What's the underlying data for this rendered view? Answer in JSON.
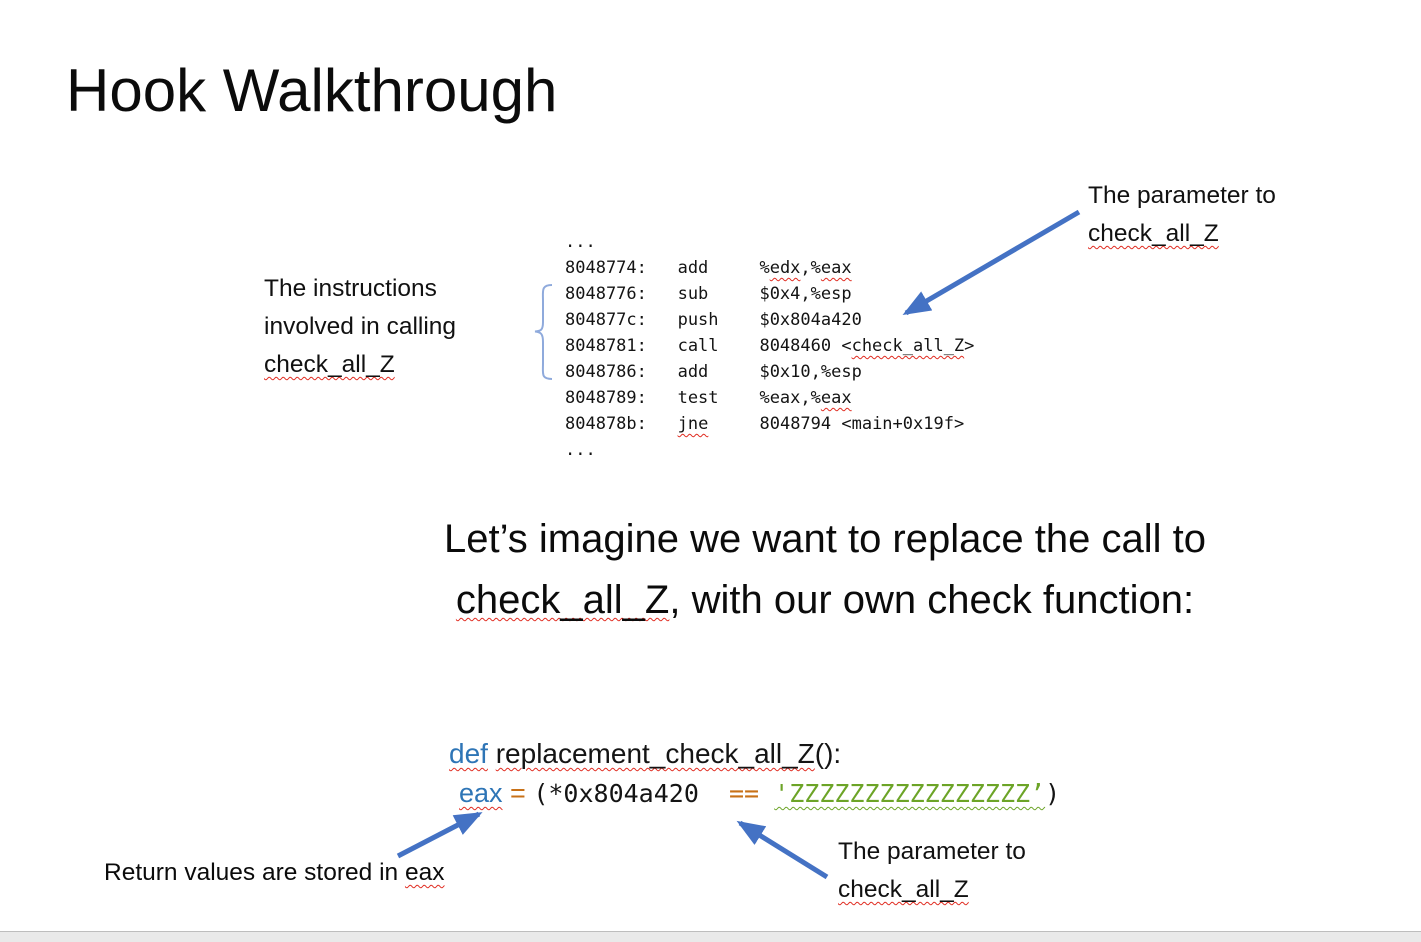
{
  "title": "Hook Walkthrough",
  "colors": {
    "arrow": "#4472C4",
    "brace": "#8FAADC",
    "keyword": "#2E75B6",
    "operator": "#C87117",
    "string": "#6CA427",
    "squiggle": "#E02B20"
  },
  "annotations": {
    "instructions_label": {
      "line1": "The instructions",
      "line2": "involved in calling",
      "line3": "check_all_Z"
    },
    "param_top": {
      "line1": "The parameter to",
      "line2": "check_all_Z"
    },
    "param_bottom": {
      "line1": "The parameter to",
      "line2": "check_all_Z"
    },
    "return_label": {
      "prefix": "Return values are stored in ",
      "highlight": "eax"
    }
  },
  "asm": {
    "lines": [
      [
        {
          "t": "..."
        }
      ],
      [
        {
          "t": "8048774:   add     %"
        },
        {
          "t": "edx",
          "c": "sq-red"
        },
        {
          "t": ",%"
        },
        {
          "t": "eax",
          "c": "sq-red"
        }
      ],
      [
        {
          "t": "8048776:   sub     $0x4,%esp"
        }
      ],
      [
        {
          "t": "804877c:   push    $0x804a420"
        }
      ],
      [
        {
          "t": "8048781:   call    8048460 <"
        },
        {
          "t": "check_all_Z",
          "c": "sq-red"
        },
        {
          "t": ">"
        }
      ],
      [
        {
          "t": "8048786:   add     $0x10,%esp"
        }
      ],
      [
        {
          "t": "8048789:   test    %eax,%"
        },
        {
          "t": "eax",
          "c": "sq-red"
        }
      ],
      [
        {
          "t": "804878b:   "
        },
        {
          "t": "jne",
          "c": "sq-red"
        },
        {
          "t": "     8048794 <main+0x19f>"
        }
      ],
      [
        {
          "t": "..."
        }
      ]
    ]
  },
  "statement": {
    "line1": "Let’s imagine we want to replace the call to",
    "line2_highlight": "check_all_Z",
    "line2_rest": ", with our own check function:"
  },
  "code": {
    "def_line": [
      {
        "t": "def",
        "c": "kw sq-red"
      },
      {
        "t": " "
      },
      {
        "t": "replacement_check_all_Z",
        "c": "sq-red"
      },
      {
        "t": "():"
      }
    ],
    "body_line": [
      {
        "t": "eax",
        "c": "sans kw sq-red"
      },
      {
        "t": " = ",
        "c": "sans op"
      },
      {
        "t": "(*0x804a420"
      },
      {
        "t": "  == ",
        "c": "op"
      },
      {
        "t": "'ZZZZZZZZZZZZZZZZ’",
        "c": "str sq-green"
      },
      {
        "t": ")"
      }
    ]
  }
}
